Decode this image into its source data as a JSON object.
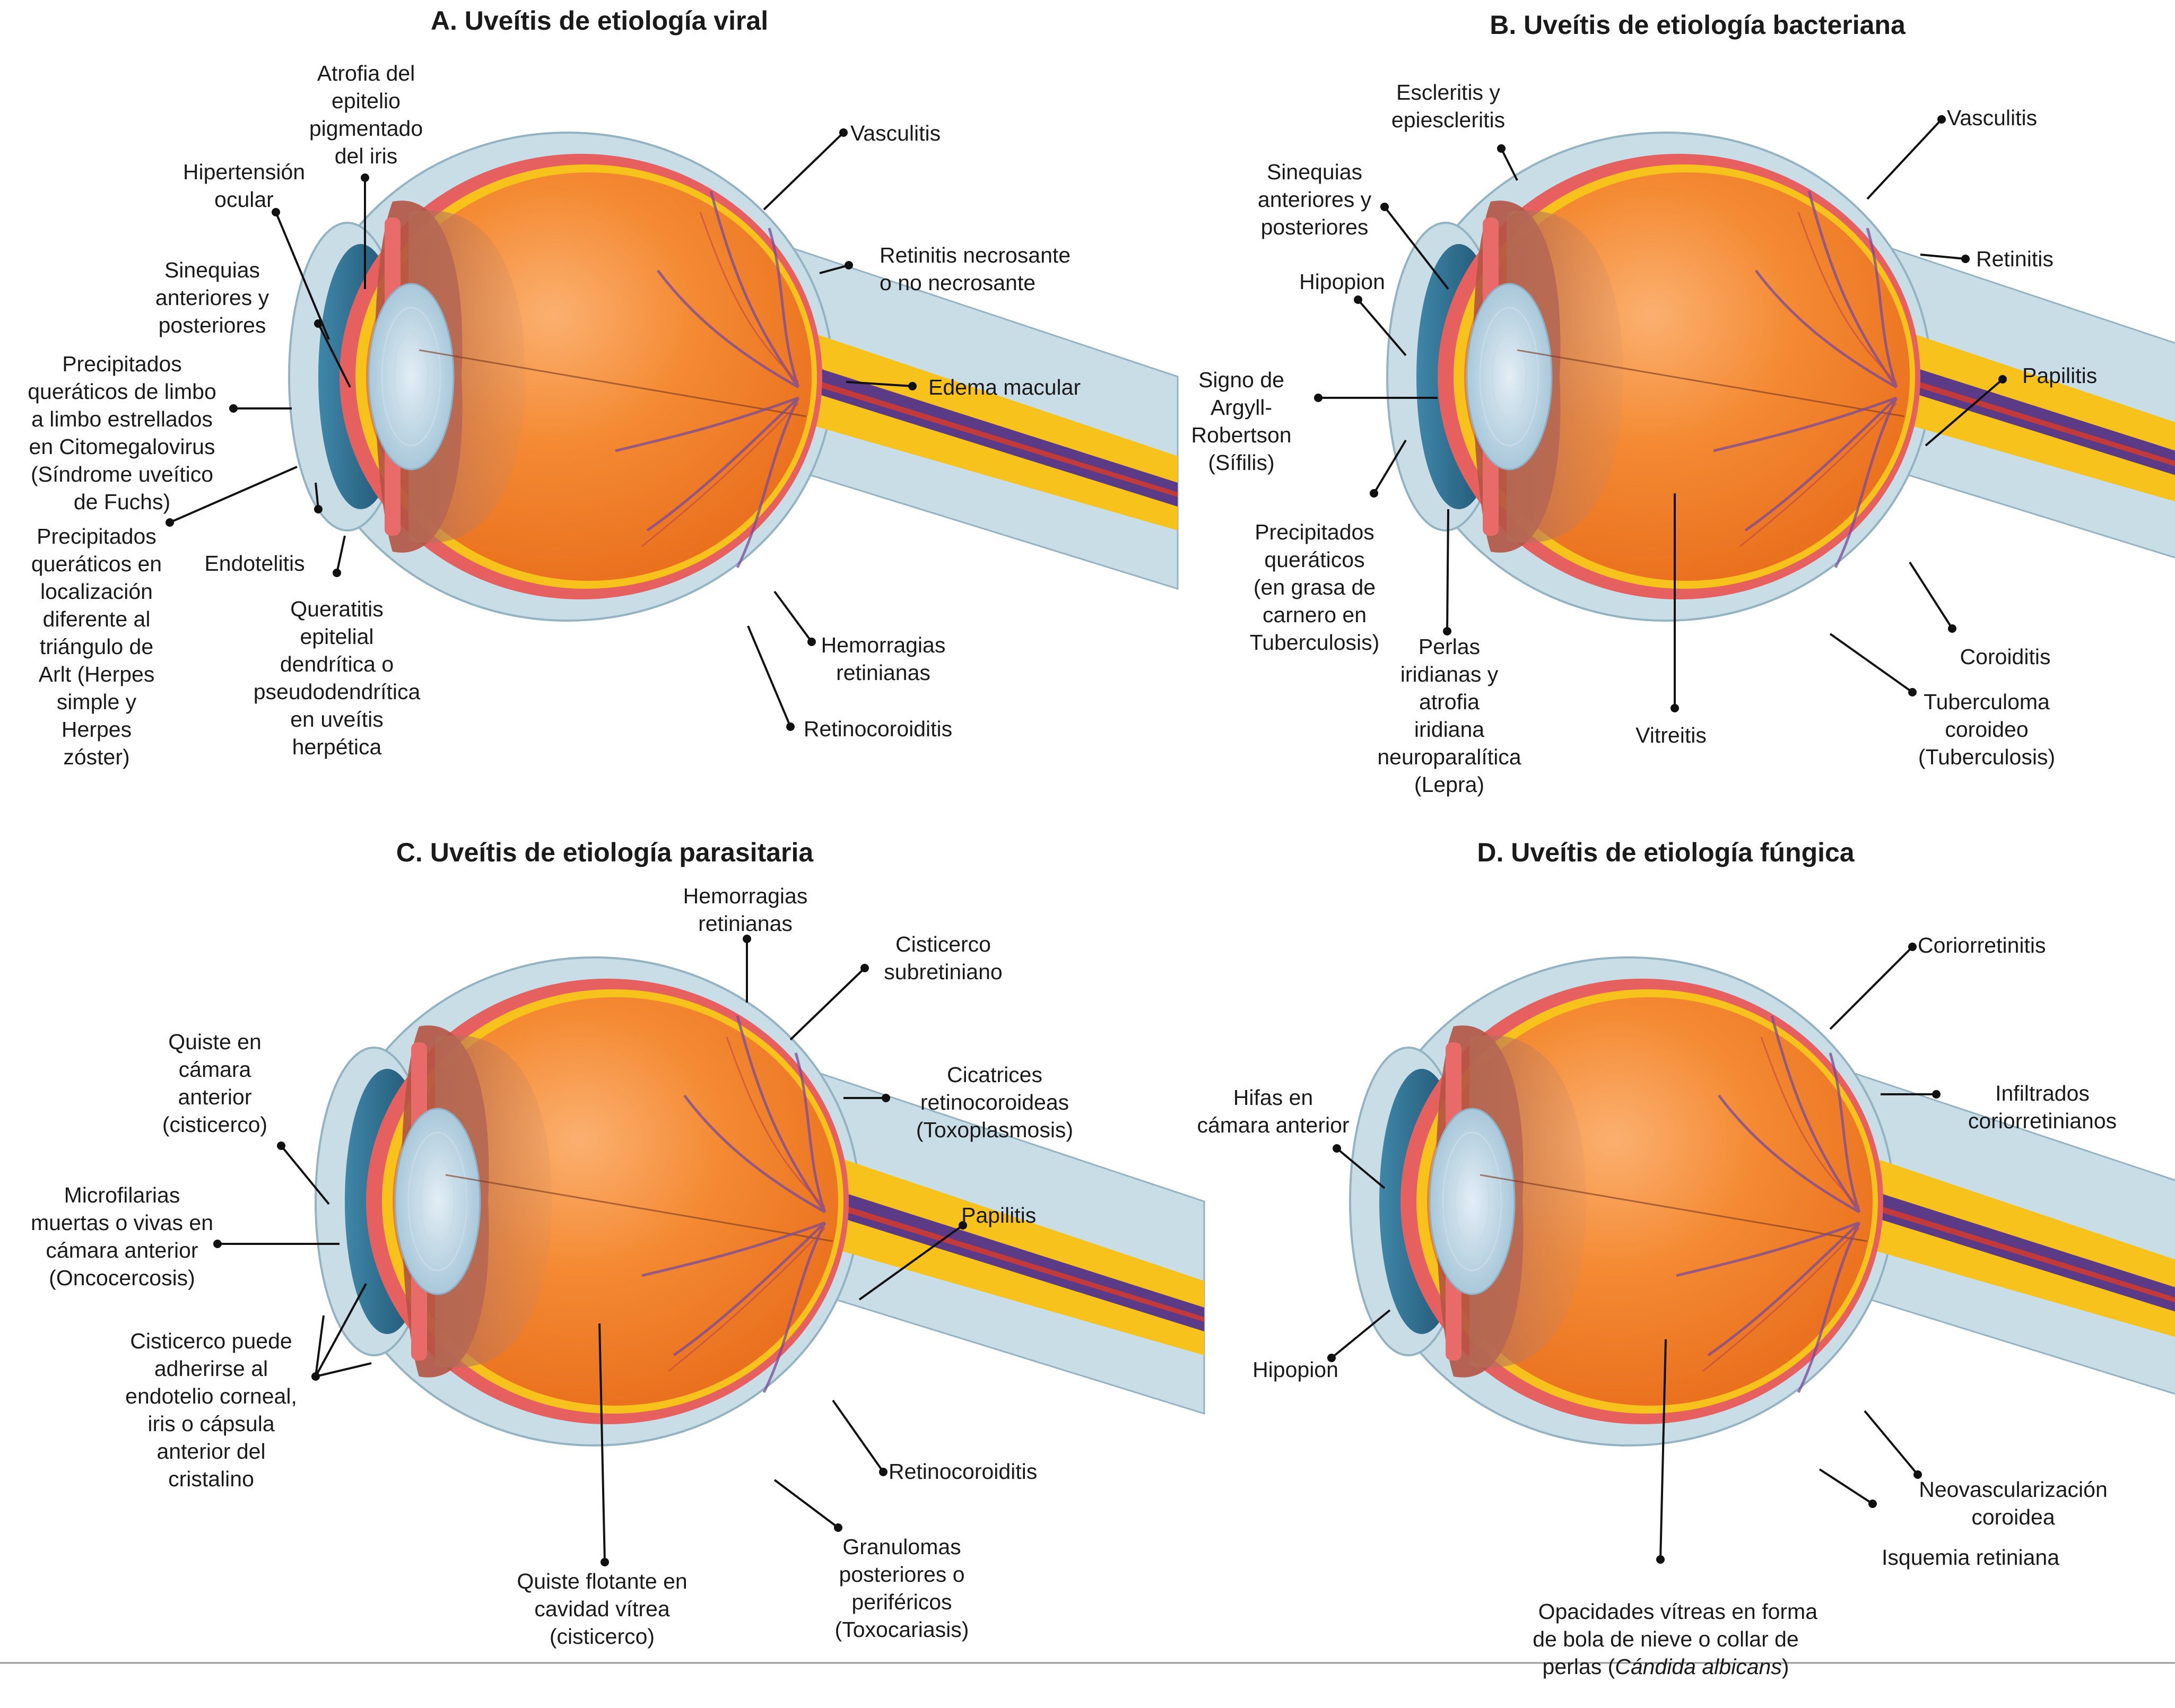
{
  "panels": {
    "A": {
      "title": "A. Uveítis de etiología viral",
      "labels": {
        "atrofia": "Atrofia del\nepitelio\npigmentado\ndel iris",
        "hipertension": "Hipertensión\nocular",
        "sinequias": "Sinequias\nanteriores y\nposteriores",
        "precipitados_limbo": "Precipitados\nqueráticos de limbo\na limbo estrellados\nen Citomegalovirus\n(Síndrome uveítico\nde Fuchs)",
        "precipitados_arlt": "Precipitados\nqueráticos en\nlocalización\ndiferente al\ntriángulo de\nArlt (Herpes\nsimple y\nHerpes\nzóster)",
        "endotelitis": "Endotelitis",
        "queratitis": "Queratitis\nepitelial\ndendrítica o\npseudodendrítica\nen uveítis\nherpética",
        "vasculitis": "Vasculitis",
        "retinitis": "Retinitis necrosante\no no necrosante",
        "edema": "Edema macular",
        "hemorragias": "Hemorragias\nretinianas",
        "retinocoroiditis": "Retinocoroiditis"
      }
    },
    "B": {
      "title": "B. Uveítis de etiología bacteriana",
      "labels": {
        "escleritis": "Escleritis y\nepiescleritis",
        "sinequias": "Sinequias\nanteriores y\nposteriores",
        "hipopion": "Hipopion",
        "argyll": "Signo de\nArgyll-\nRobertson\n(Sífilis)",
        "precipitados": "Precipitados\nqueráticos\n(en grasa de\ncarnero en\nTuberculosis)",
        "perlas": "Perlas\niridianas y\natrofia\niridiana\nneuroparalítica\n(Lepra)",
        "vitreitis": "Vitreitis",
        "vasculitis": "Vasculitis",
        "retinitis": "Retinitis",
        "papilitis": "Papilitis",
        "coroiditis": "Coroiditis",
        "tuberculoma": "Tuberculoma\ncoroideo\n(Tuberculosis)"
      }
    },
    "C": {
      "title": "C. Uveítis de etiología parasitaria",
      "labels": {
        "hemorragias": "Hemorragias\nretinianas",
        "cisticerco_sub": "Cisticerco\nsubretiniano",
        "cicatrices": "Cicatrices\nretinocoroideas\n(Toxoplasmosis)",
        "papilitis": "Papilitis",
        "quiste_camara": "Quiste en\ncámara\nanterior\n(cisticerco)",
        "microfilarias": "Microfilarias\nmuertas o vivas en\ncámara anterior\n(Oncocercosis)",
        "cisticerco_adh": "Cisticerco puede\nadherirse al\nendotelio corneal,\niris o cápsula\nanterior del\ncristalino",
        "quiste_vitreo": "Quiste flotante en\ncavidad vítrea\n(cisticerco)",
        "granulomas": "Granulomas\nposteriores o\nperiféricos\n(Toxocariasis)",
        "retinocoroiditis": "Retinocoroiditis"
      }
    },
    "D": {
      "title": "D. Uveítis de etiología fúngica",
      "labels": {
        "coriorretinitis": "Coriorretinitis",
        "hifas": "Hifas en\ncámara anterior",
        "hipopion": "Hipopion",
        "infiltrados": "Infiltrados\ncoriorretinianos",
        "neovascularizacion": "Neovascularización\ncoroidea",
        "isquemia": "Isquemia retiniana",
        "opacidades_1": "Opacidades vítreas en forma\nde bola de nieve o collar de",
        "opacidades_2a": "perlas (",
        "opacidades_2b": "Cándida albicans",
        "opacidades_2c": ")"
      }
    }
  },
  "colors": {
    "sclera": "#c9dde6",
    "choroid": "#e5605f",
    "retina": "#f6c21b",
    "vitreous": "#f08028",
    "cornea": "#2f6c8c",
    "lens": "#bcd7e6",
    "nerve": "#5b3a86"
  }
}
